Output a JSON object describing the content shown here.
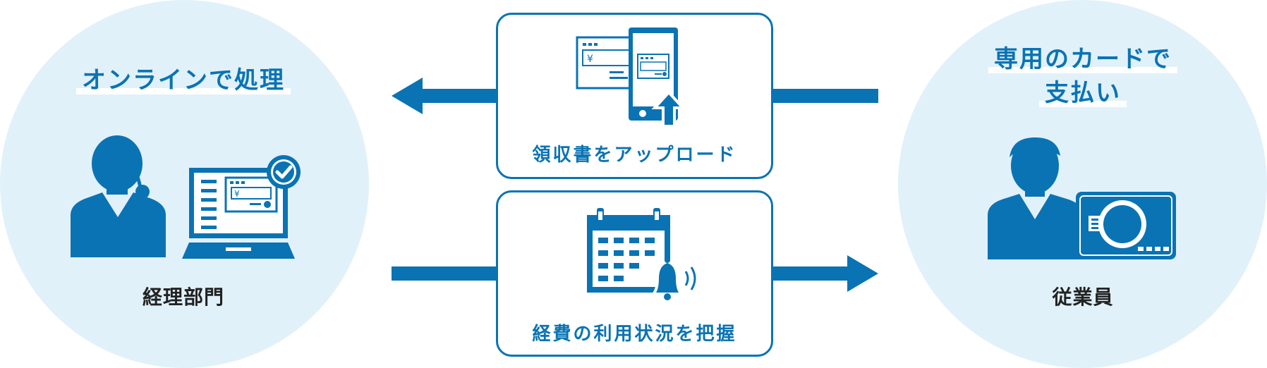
{
  "left": {
    "title": "オンラインで処理",
    "label": "経理部門"
  },
  "right": {
    "title_line1": "専用のカードで",
    "title_line2": "支払い",
    "label": "従業員"
  },
  "boxes": {
    "upload": {
      "label": "領収書をアップロード",
      "icon": "receipt-upload-icon",
      "currency": "¥"
    },
    "usage": {
      "label": "経費の利用状況を把握",
      "icon": "calendar-bell-icon"
    }
  },
  "laptop_currency": "¥",
  "colors": {
    "primary": "#0a73b4",
    "circle": "#e1f1fa",
    "text": "#222222"
  }
}
